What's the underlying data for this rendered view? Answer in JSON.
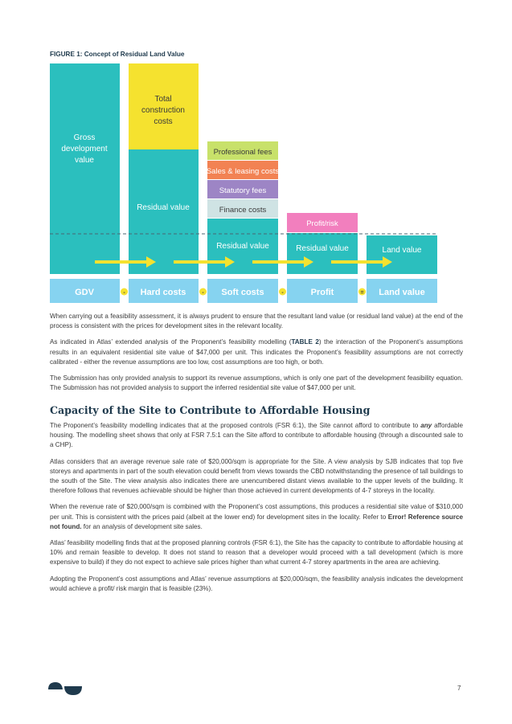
{
  "figure": {
    "caption": "FIGURE 1: Concept of Residual Land Value",
    "colors": {
      "teal": "#2bbfbe",
      "yellow": "#f5e22f",
      "green": "#c8e16a",
      "orange": "#f28253",
      "purple": "#9d85c5",
      "grey": "#cfe3e4",
      "pink": "#f27fbe",
      "blue": "#86d3f0",
      "arrow": "#f5e22f"
    },
    "columns": {
      "gdv": {
        "label_lines": [
          "Gross",
          "development",
          "value"
        ]
      },
      "hard": {
        "top_lines": [
          "Total",
          "construction",
          "costs"
        ],
        "bottom": "Residual value"
      },
      "soft": {
        "segments": [
          "Professional fees",
          "Sales & leasing costs",
          "Statutory fees",
          "Finance costs"
        ],
        "bottom": "Residual value"
      },
      "profit": {
        "top": "Profit/risk",
        "bottom": "Residual value"
      },
      "land": {
        "bottom": "Land value"
      }
    },
    "bottom_row": [
      "GDV",
      "Hard costs",
      "Soft costs",
      "Profit",
      "Land value"
    ],
    "operators": [
      "-",
      "-",
      "-",
      "="
    ]
  },
  "body": {
    "p1": "When carrying out a feasibility assessment, it is always prudent to ensure that the resultant land value (or residual land value) at the end of the process is consistent with the prices for development sites in the relevant locality.",
    "p2a": "As indicated in Atlas’ extended analysis of the Proponent’s feasibility modelling (",
    "p2b": "TABLE 2",
    "p2c": ") the interaction of the Proponent’s assumptions results in an equivalent residential site value of $47,000 per unit. This indicates the Proponent’s feasibility assumptions are not correctly calibrated - either the revenue assumptions are too low, cost assumptions are too high, or both.",
    "p3": "The Submission has only provided analysis to support its revenue assumptions, which is only one part of the development feasibility equation. The Submission has not provided analysis to support the inferred residential site value of $47,000 per unit."
  },
  "section": {
    "heading": "Capacity of the Site to Contribute to Affordable Housing",
    "p1a": "The Proponent’s feasibility modelling indicates that at the proposed controls (FSR 6:1), the Site cannot afford to contribute to ",
    "p1b": "any",
    "p1c": " affordable housing. The modelling sheet shows that only at FSR 7.5:1 can the Site afford to contribute to affordable housing (through a discounted sale to a CHP).",
    "p2": "Atlas considers that an average revenue sale rate of $20,000/sqm is appropriate for the Site. A view analysis by SJB indicates that top five storeys and apartments in part of the south elevation could benefit from views towards the CBD notwithstanding the presence of tall buildings to the south of the Site. The view analysis also indicates there are unencumbered distant views available to the upper levels of the building. It therefore follows that revenues achievable should be higher than those achieved in current developments of 4-7 storeys in the locality.",
    "p3a": "When the revenue rate of $20,000/sqm is combined with the Proponent’s cost assumptions, this produces a residential site value of $310,000 per unit. This is consistent with the prices paid (albeit at the lower end) for development sites in the locality. Refer to ",
    "p3b": "Error! Reference source not found.",
    "p3c": " for an analysis of development site sales.",
    "p4": "Atlas’ feasibility modelling finds that at the proposed planning controls (FSR 6:1), the Site has the capacity to contribute to affordable housing at 10% and remain feasible to develop. It does not stand to reason that a developer would proceed with a tall development (which is more expensive to build) if they do not expect to achieve sale prices higher than what current 4-7 storey apartments in the area are achieving.",
    "p5": "Adopting the Proponent’s cost assumptions and Atlas’ revenue assumptions at $20,000/sqm, the feasibility analysis indicates the development would achieve a profit/ risk margin that is feasible (23%)."
  },
  "footer": {
    "page_number": "7"
  }
}
